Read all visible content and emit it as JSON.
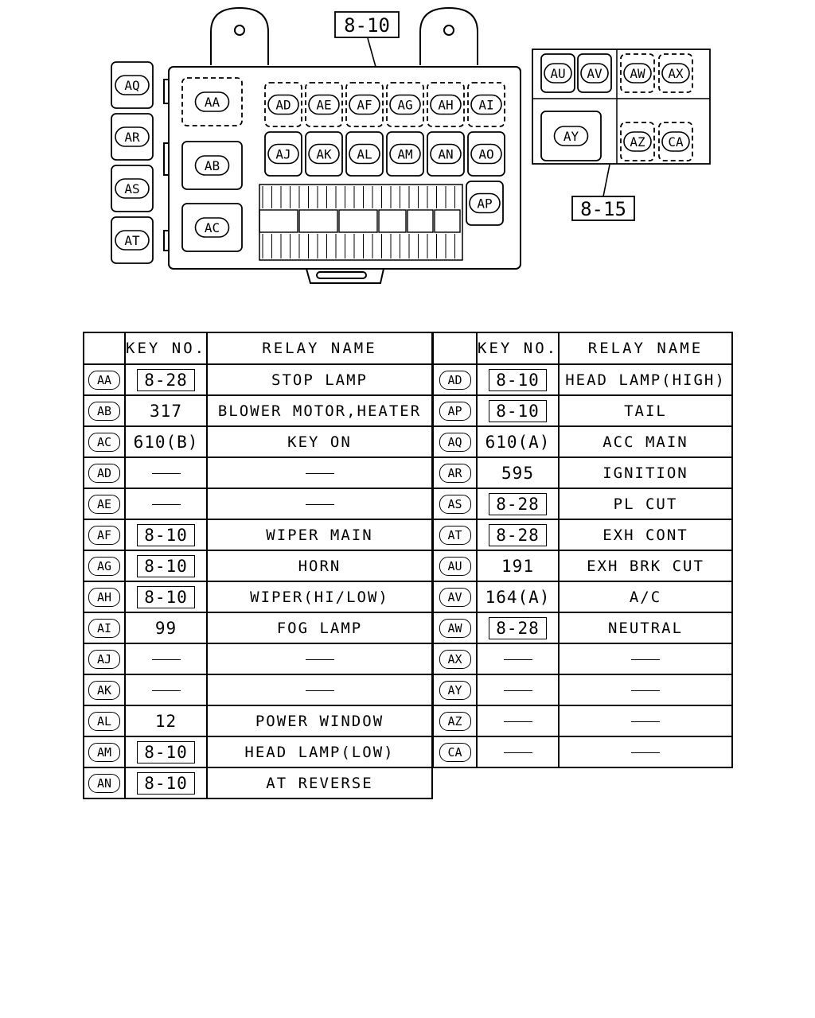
{
  "diagram": {
    "callout_top": "8-10",
    "callout_right": "8-15",
    "main_box": {
      "left_relays": [
        "AA",
        "AB",
        "AC"
      ],
      "row1": [
        "AD",
        "AE",
        "AF",
        "AG",
        "AH",
        "AI"
      ],
      "row2": [
        "AJ",
        "AK",
        "AL",
        "AM",
        "AN",
        "AO"
      ],
      "right_relay": "AP"
    },
    "side_relays": [
      "AQ",
      "AR",
      "AS",
      "AT"
    ],
    "aux_box": {
      "top": [
        "AU",
        "AV",
        "AW",
        "AX"
      ],
      "bottom_left": "AY",
      "bottom_right": [
        "AZ",
        "CA"
      ]
    }
  },
  "table": {
    "headers": {
      "key_no": "KEY NO.",
      "relay_name": "RELAY NAME"
    },
    "left": [
      {
        "pos": "AA",
        "key": "8-28",
        "boxed": true,
        "name": "STOP LAMP"
      },
      {
        "pos": "AB",
        "key": "317",
        "boxed": false,
        "name": "BLOWER MOTOR,HEATER"
      },
      {
        "pos": "AC",
        "key": "610(B)",
        "boxed": false,
        "name": "KEY ON"
      },
      {
        "pos": "AD",
        "key": "",
        "boxed": false,
        "name": ""
      },
      {
        "pos": "AE",
        "key": "",
        "boxed": false,
        "name": ""
      },
      {
        "pos": "AF",
        "key": "8-10",
        "boxed": true,
        "name": "WIPER MAIN"
      },
      {
        "pos": "AG",
        "key": "8-10",
        "boxed": true,
        "name": "HORN"
      },
      {
        "pos": "AH",
        "key": "8-10",
        "boxed": true,
        "name": "WIPER(HI/LOW)"
      },
      {
        "pos": "AI",
        "key": "99",
        "boxed": false,
        "name": "FOG LAMP"
      },
      {
        "pos": "AJ",
        "key": "",
        "boxed": false,
        "name": ""
      },
      {
        "pos": "AK",
        "key": "",
        "boxed": false,
        "name": ""
      },
      {
        "pos": "AL",
        "key": "12",
        "boxed": false,
        "name": "POWER WINDOW"
      },
      {
        "pos": "AM",
        "key": "8-10",
        "boxed": true,
        "name": "HEAD LAMP(LOW)"
      },
      {
        "pos": "AN",
        "key": "8-10",
        "boxed": true,
        "name": "AT REVERSE"
      }
    ],
    "right": [
      {
        "pos": "AD",
        "key": "8-10",
        "boxed": true,
        "name": "HEAD LAMP(HIGH)"
      },
      {
        "pos": "AP",
        "key": "8-10",
        "boxed": true,
        "name": "TAIL"
      },
      {
        "pos": "AQ",
        "key": "610(A)",
        "boxed": false,
        "name": "ACC MAIN"
      },
      {
        "pos": "AR",
        "key": "595",
        "boxed": false,
        "name": "IGNITION"
      },
      {
        "pos": "AS",
        "key": "8-28",
        "boxed": true,
        "name": "PL CUT"
      },
      {
        "pos": "AT",
        "key": "8-28",
        "boxed": true,
        "name": "EXH CONT"
      },
      {
        "pos": "AU",
        "key": "191",
        "boxed": false,
        "name": "EXH BRK CUT"
      },
      {
        "pos": "AV",
        "key": "164(A)",
        "boxed": false,
        "name": "A/C"
      },
      {
        "pos": "AW",
        "key": "8-28",
        "boxed": true,
        "name": "NEUTRAL"
      },
      {
        "pos": "AX",
        "key": "",
        "boxed": false,
        "name": ""
      },
      {
        "pos": "AY",
        "key": "",
        "boxed": false,
        "name": ""
      },
      {
        "pos": "AZ",
        "key": "",
        "boxed": false,
        "name": ""
      },
      {
        "pos": "CA",
        "key": "",
        "boxed": false,
        "name": ""
      }
    ]
  }
}
